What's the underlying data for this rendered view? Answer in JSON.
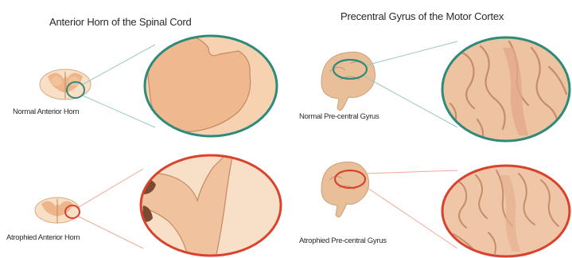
{
  "titles": {
    "left": "Anterior Horn of the Spinal Cord",
    "right": "Precentral Gyrus of the Motor Cortex"
  },
  "labels": {
    "normal_horn": "Normal Anterior Horn",
    "atrophied_horn": "Atrophied Anterior Horn",
    "normal_gyrus": "Normal Pre-central Gyrus",
    "atrophied_gyrus": "Atrophied Pre-central Gyrus"
  },
  "colors": {
    "normal_ring": "#2e8b7a",
    "atrophy_ring": "#d9432e",
    "tissue_light": "#f6d6b6",
    "tissue_dark": "#eeb48a",
    "outline": "#c48a62"
  }
}
